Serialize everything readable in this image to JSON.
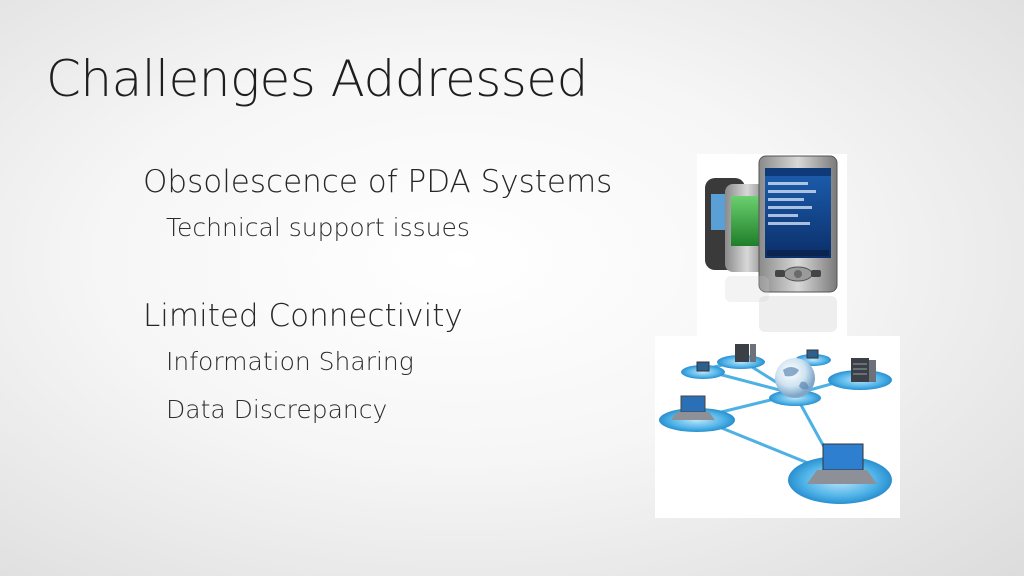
{
  "slide": {
    "title": "Challenges Addressed",
    "bullets": [
      {
        "heading": "Obsolescence of PDA Systems",
        "subitems": [
          "Technical support issues"
        ]
      },
      {
        "heading": "Limited Connectivity",
        "subitems": [
          "Information Sharing",
          "Data Discrepancy"
        ]
      }
    ]
  },
  "images": {
    "pda": "pda-devices-icon",
    "network": "network-diagram-icon"
  },
  "colors": {
    "accent_blue": "#3aa9e0",
    "screen_green": "#2f9a3a"
  }
}
